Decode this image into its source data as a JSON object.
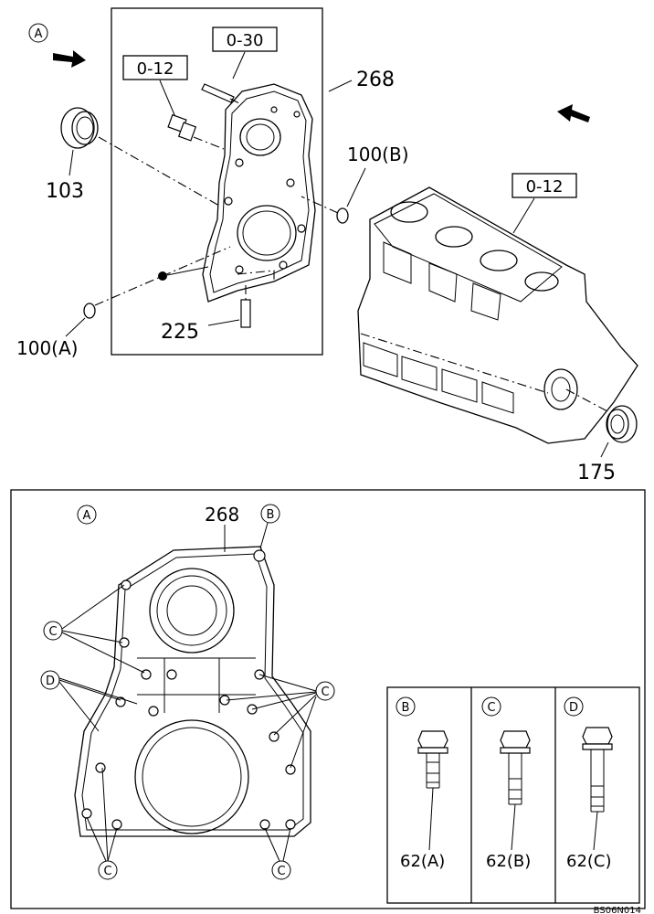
{
  "top": {
    "view_marker": "A",
    "spec_label_top": "0-30",
    "spec_label_left": "0-12",
    "spec_label_block": "0-12",
    "parts": {
      "cover": "268",
      "seal_left": "103",
      "oring_b": "100(B)",
      "oring_a": "100(A)",
      "pin": "225",
      "seal_right": "175"
    }
  },
  "detail": {
    "view_marker": "A",
    "cover_number": "268",
    "bolt_markers": {
      "b": "B",
      "c": "C",
      "d": "D"
    }
  },
  "bolts": {
    "markers": [
      "B",
      "C",
      "D"
    ],
    "labels": [
      "62(A)",
      "62(B)",
      "62(C)"
    ]
  },
  "figure_code": "BS06N014"
}
